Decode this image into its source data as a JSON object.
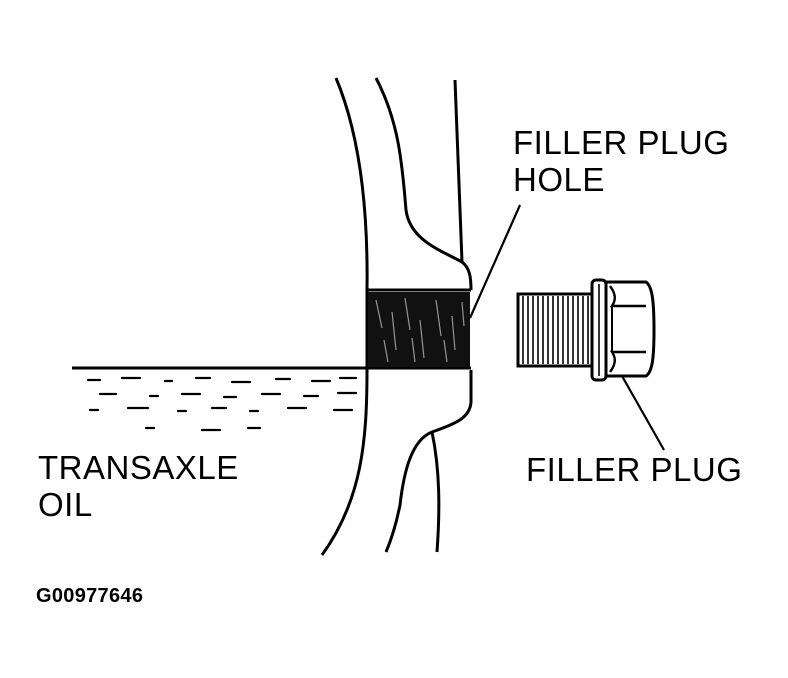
{
  "labels": {
    "filler_plug_hole": {
      "line1": "FILLER PLUG",
      "line2": "HOLE"
    },
    "filler_plug": "FILLER PLUG",
    "transaxle_oil": {
      "line1": "TRANSAXLE",
      "line2": "OIL"
    },
    "figure_id": "G00977646"
  },
  "colors": {
    "ink": "#000000",
    "paper": "#ffffff"
  }
}
